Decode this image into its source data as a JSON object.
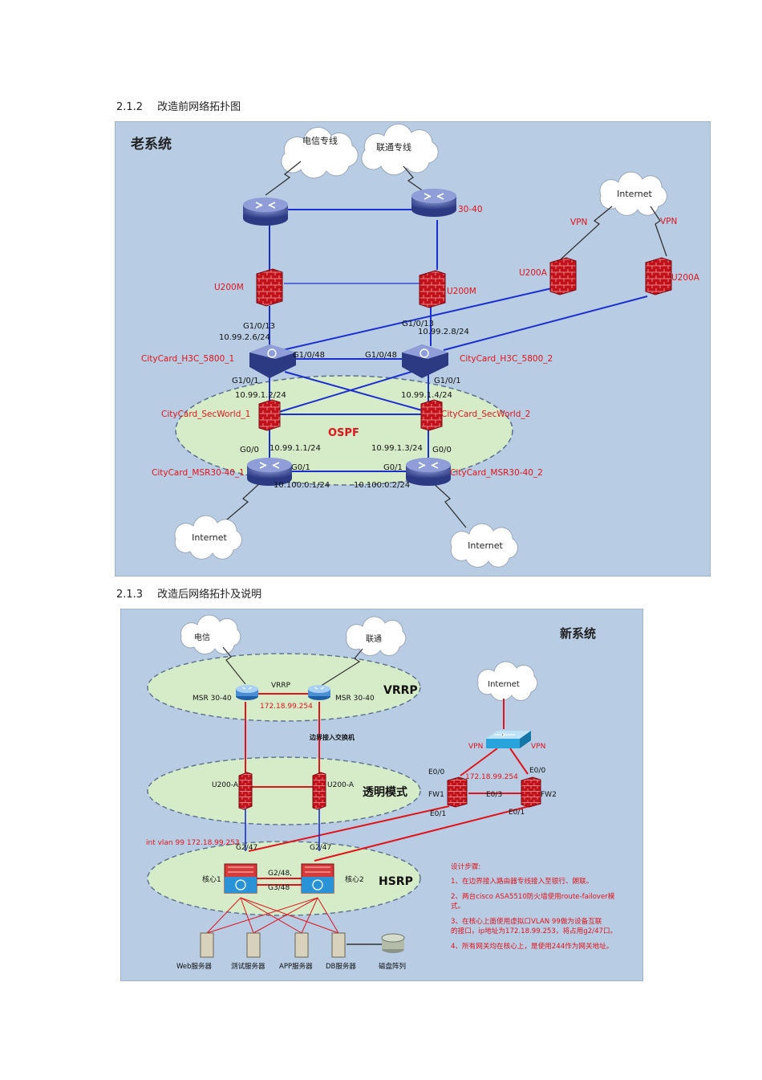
{
  "headings": {
    "before": {
      "number": "2.1.2",
      "text": "改造前网络拓扑图"
    },
    "after": {
      "number": "2.1.3",
      "text": "改造后网络拓扑及说明"
    }
  },
  "old_diagram": {
    "title": "老系统",
    "clouds": {
      "telecom": "电信专线",
      "unicom": "联通专线",
      "internet_top": "Internet",
      "internet_left": "Internet",
      "internet_right": "Internet"
    },
    "labels": {
      "router_30_40": "30-40",
      "fw_u200m_left": "U200M",
      "fw_u200m_right": "U200M",
      "fw_u200a_left": "U200A",
      "fw_u200a_right": "U200A",
      "vpn_left": "VPN",
      "vpn_right": "VPN",
      "if_g1_0_13_left": "G1/0/13",
      "ip_10_99_2_6": "10.99.2.6/24",
      "if_g1_0_13_right": "G1/0/13",
      "ip_10_99_2_8": "10.99.2.8/24",
      "sw_left_name": "CityCard_H3C_5800_1",
      "sw_right_name": "CityCard_H3C_5800_2",
      "if_g1_0_48_left": "G1/0/48",
      "if_g1_0_48_right": "G1/0/48",
      "if_g1_0_1_left": "G1/0/1",
      "if_g1_0_1_right": "G1/0/1",
      "ip_10_99_1_2": "10.99.1.2/24",
      "ip_10_99_1_4": "10.99.1.4/24",
      "fw_sec_left": "CityCard_SecWorld_1",
      "fw_sec_right": "CityCard_SecWorld_2",
      "ospf": "OSPF",
      "if_g0_0_left": "G0/0",
      "if_g0_0_right": "G0/0",
      "ip_10_99_1_1": "10.99.1.1/24",
      "ip_10_99_1_3": "10.99.1.3/24",
      "msr_left_name": "CityCard_MSR30-40_1",
      "msr_right_name": "CityCard_MSR30-40_2",
      "if_g0_1_left": "G0/1",
      "if_g0_1_right": "G0/1",
      "ip_10_100_0_1": "10.100.0.1/24",
      "ip_10_100_0_2": "10.100.0.2/24"
    }
  },
  "new_diagram": {
    "title": "新系统",
    "clouds": {
      "telecom": "电信",
      "unicom": "联通",
      "internet": "Internet"
    },
    "labels": {
      "vrrp_zone": "VRRP",
      "vrrp_link": "VRRP",
      "msr_left": "MSR 30-40",
      "msr_right": "MSR 30-40",
      "vip_vrrp": "172.18.99.254",
      "edge_switch": "边界接入交换机",
      "vpn_left": "VPN",
      "vpn_right": "VPN",
      "u200a_left": "U200-A",
      "u200a_right": "U200-A",
      "transparent": "透明模式",
      "e0_0_left": "E0/0",
      "e0_0_right": "E0/0",
      "ip_fw": "172.18.99.254",
      "fw1": "FW1",
      "fw2": "FW2",
      "e0_3": "E0/3",
      "e0_1_left": "E0/1",
      "e0_1_right": "E0/1",
      "int_vlan": "int vlan 99 172.18.99.253",
      "g2_47_left": "G2/47",
      "g2_47_right": "G2/47",
      "core1": "核心1",
      "core2": "核心2",
      "g2_48": "G2/48,",
      "g3_48": "G3/48",
      "hsrp": "HSRP",
      "srv_web": "Web服务器",
      "srv_test": "测试服务器",
      "srv_app": "APP服务器",
      "srv_db": "DB服务器",
      "storage": "磁盘阵列"
    },
    "notes": {
      "title": "设计步骤:",
      "step1": "1、在边界接入路由器专线接入至银行、朗联。",
      "step2a": "2、两台cisco ASA5510防火墙使用route-failover模",
      "step2b": "式。",
      "step3a": "3、在核心上面使用虚拟口VLAN 99做为设备互联",
      "step3b": "的接口，ip地址为172.18.99.253，将占用g2/47口。",
      "step4": "4、所有网关均在核心上，是使用244作为网关地址。"
    }
  },
  "colors": {
    "bg": "#b8cce4",
    "link_blue": "#1b2fd1",
    "link_red": "#e0141a",
    "label_red": "#e0141a",
    "zone": "#d6ecc8"
  }
}
